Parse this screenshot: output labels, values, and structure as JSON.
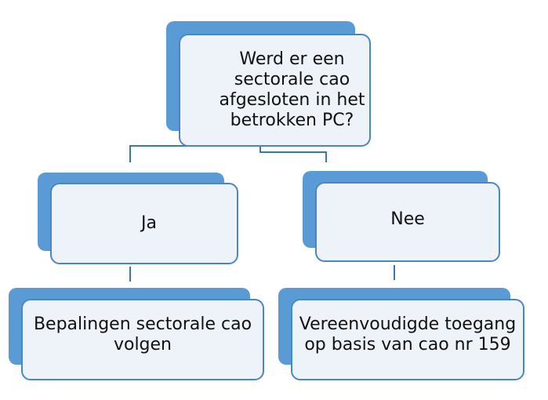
{
  "diagram": {
    "root": {
      "text": "Werd er een\nsectorale cao\nafgesloten in het\nbetrokken PC?"
    },
    "branch_yes": {
      "text": "Ja"
    },
    "branch_no": {
      "text": "Nee"
    },
    "leaf_yes": {
      "text": "Bepalingen sectorale cao\nvolgen"
    },
    "leaf_no": {
      "text": "Vereenvoudigde toegang\nop basis van cao nr 159"
    }
  },
  "colors": {
    "box_fill": "#eef3fa",
    "box_border": "#4a86c5",
    "shadow_fill": "#5b9bd5",
    "connector": "#3d75b0"
  }
}
